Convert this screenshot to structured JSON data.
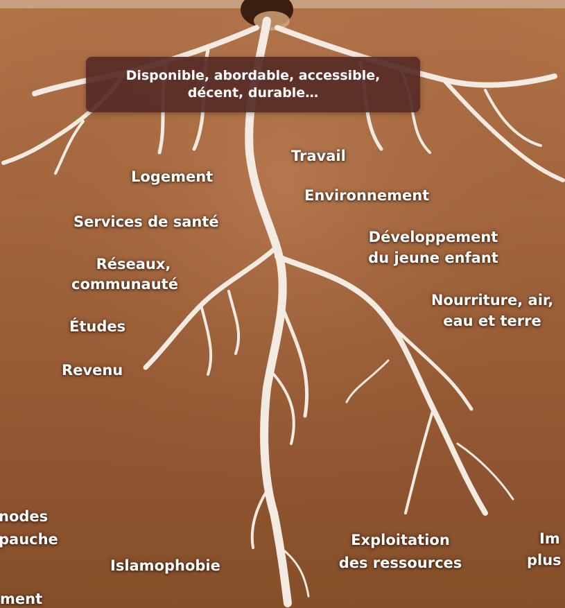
{
  "banner": {
    "line1": "Disponible, abordable, accessible,",
    "line2": "décent, durable…"
  },
  "labels": {
    "travail": "Travail",
    "logement": "Logement",
    "environnement": "Environnement",
    "services_sante": "Services de santé",
    "developpement_1": "Développement",
    "developpement_2": "du jeune enfant",
    "reseaux_1": "Réseaux,",
    "reseaux_2": "communauté",
    "nourriture_1": "Nourriture, air,",
    "nourriture_2": "eau et terre",
    "etudes": "Études",
    "revenu": "Revenu",
    "methodes_1": "nodes",
    "methodes_2": "pauche",
    "islamophobie": "Islamophobie",
    "exploitation_1": "Exploitation",
    "exploitation_2": "des ressources",
    "impact_1": "Im",
    "impact_2": "plus",
    "bottom_left": "ment"
  },
  "colors": {
    "soil_light": "#b5754a",
    "soil_dark": "#855029",
    "root": "#f3ebe2",
    "banner_bg": "#562a26"
  }
}
